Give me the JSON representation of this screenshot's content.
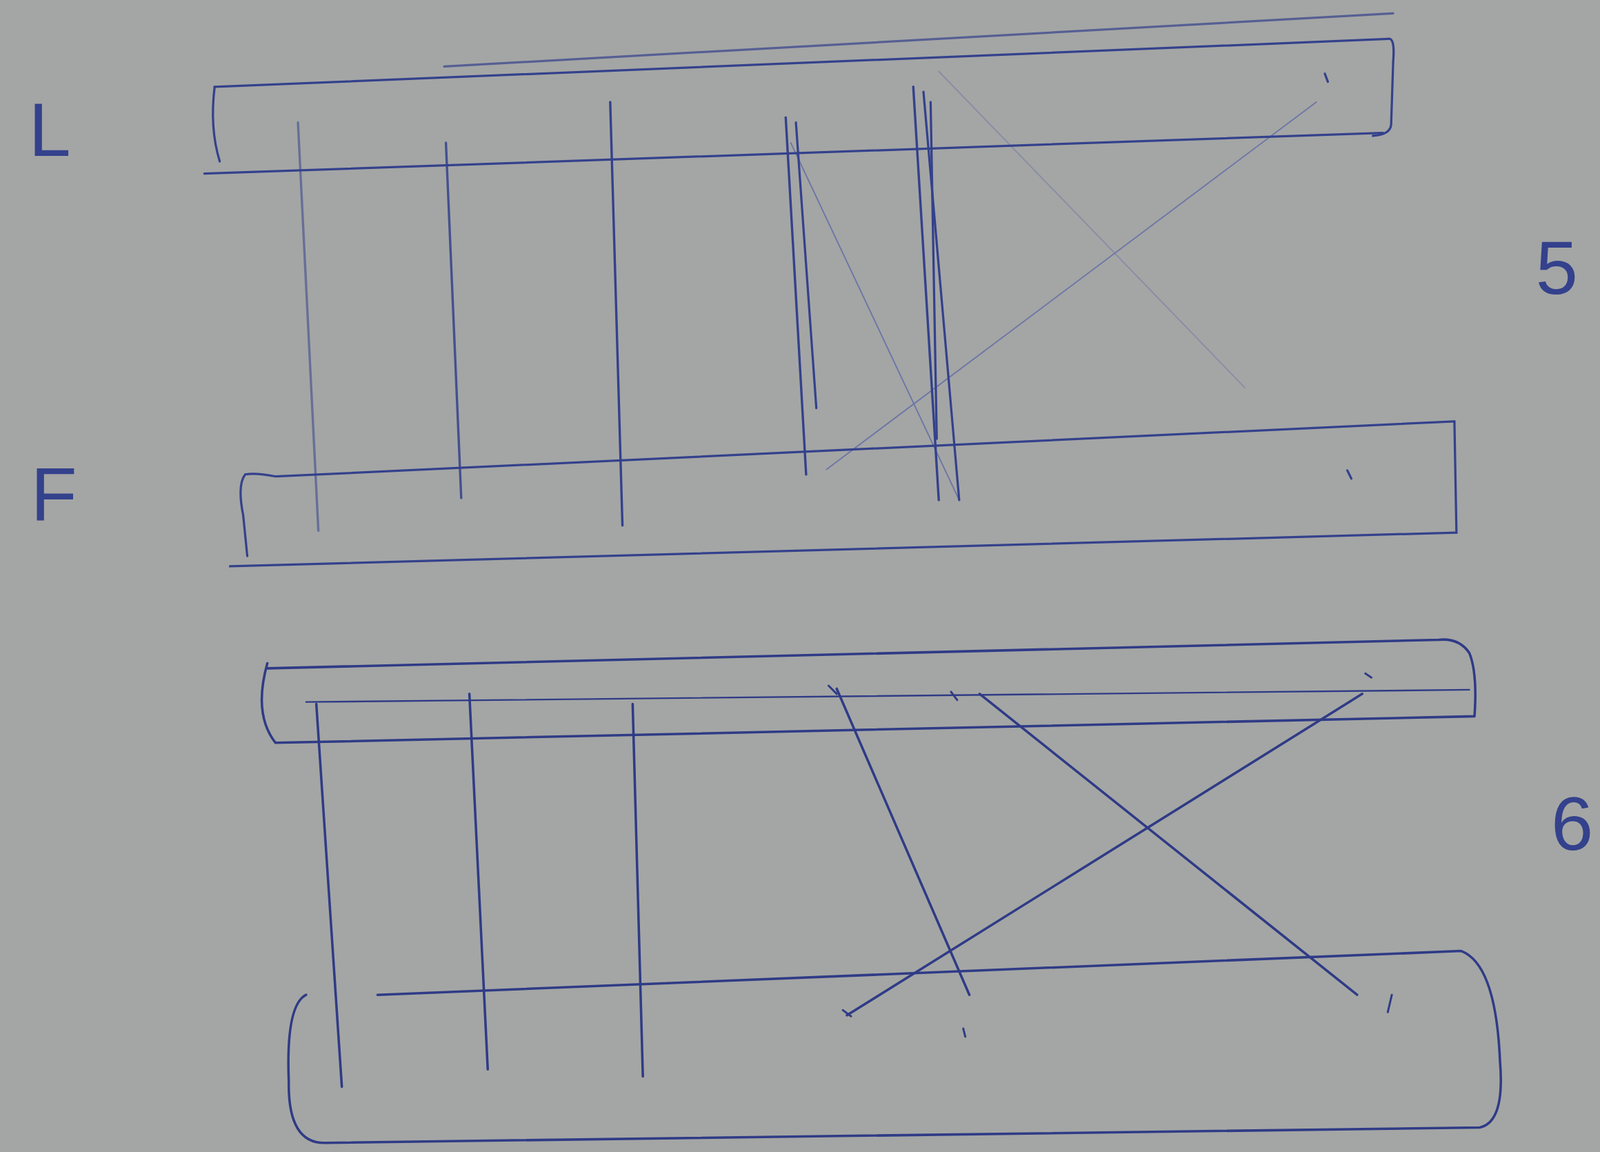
{
  "diagram": {
    "nodes": [
      {
        "text": [
          "L"
        ]
      },
      {
        "text": [
          "F"
        ]
      }
    ],
    "edges": [
      {
        "from": 0,
        "to": 1,
        "arrow": "none"
      },
      {
        "from": 0,
        "to": 1,
        "arrow": "none"
      },
      {
        "from": 0,
        "to": 1,
        "arrow": "none"
      },
      {
        "from": 0,
        "to": 1,
        "arrow": "none"
      },
      {
        "from": 0,
        "to": 1,
        "arrow": "none"
      }
    ],
    "labels": [
      "5",
      "6"
    ]
  }
}
